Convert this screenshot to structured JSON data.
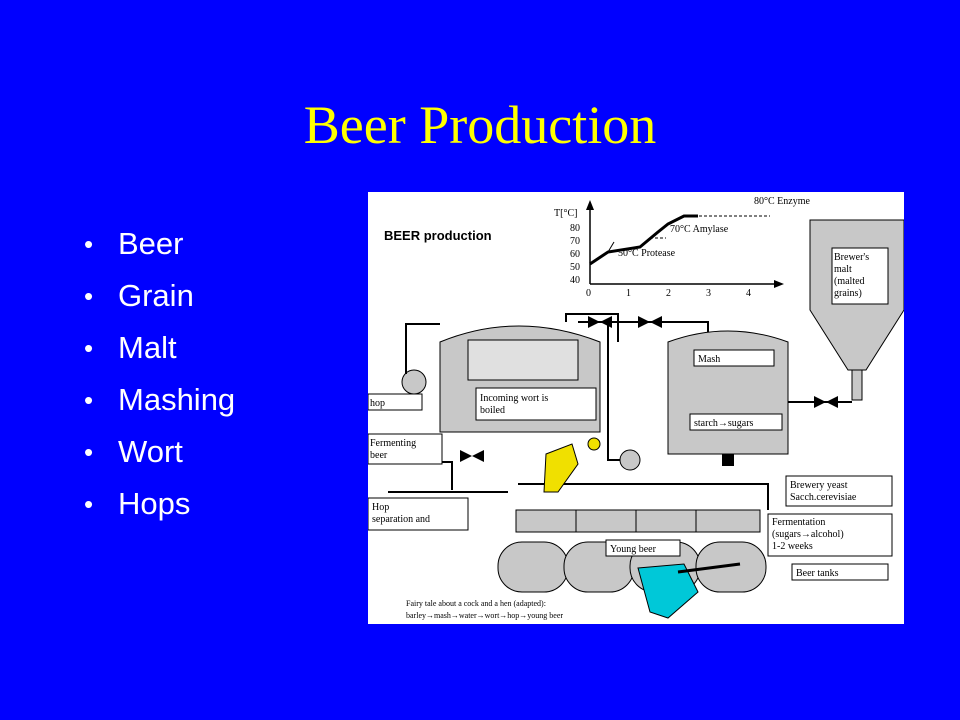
{
  "slide": {
    "title": "Beer Production",
    "bullets": [
      "Beer",
      "Grain",
      "Malt",
      "Mashing",
      "Wort",
      "Hops"
    ]
  },
  "figure": {
    "heading": "BEER production",
    "chart": {
      "y_axis_label": "T[°C]",
      "y_ticks": [
        "80",
        "70",
        "60",
        "50",
        "40"
      ],
      "x_ticks": [
        "0",
        "1",
        "2",
        "3",
        "4"
      ],
      "annotations": [
        "80°C Enzyme",
        "70°C Amylase",
        "50°C Protease"
      ]
    },
    "labels": {
      "malt": [
        "Brewer's",
        "malt",
        "(malted",
        "grains)"
      ],
      "mash": "Mash",
      "starch": "starch→sugars",
      "hop": "hop",
      "incoming": [
        "Incoming wort is",
        "boiled"
      ],
      "fermenting": [
        "Fermenting",
        "beer"
      ],
      "separation": [
        "Hop",
        "separation and"
      ],
      "yeast": [
        "Brewery yeast",
        "Sacch.cerevisiae"
      ],
      "fermentation": [
        "Fermentation",
        "(sugars→alcohol)",
        "1-2 weeks"
      ],
      "young_beer": "Young beer",
      "beer_tanks": "Beer tanks",
      "fairy_tale": [
        "Fairy tale about a cock and a hen (adapted):",
        "barley→mash→water→wort→hop→young beer"
      ]
    },
    "colors": {
      "steel": "#c8c8c8",
      "outline": "#000000",
      "figure_cyan": "#00c8d8",
      "figure_yellow": "#f0e000"
    }
  }
}
